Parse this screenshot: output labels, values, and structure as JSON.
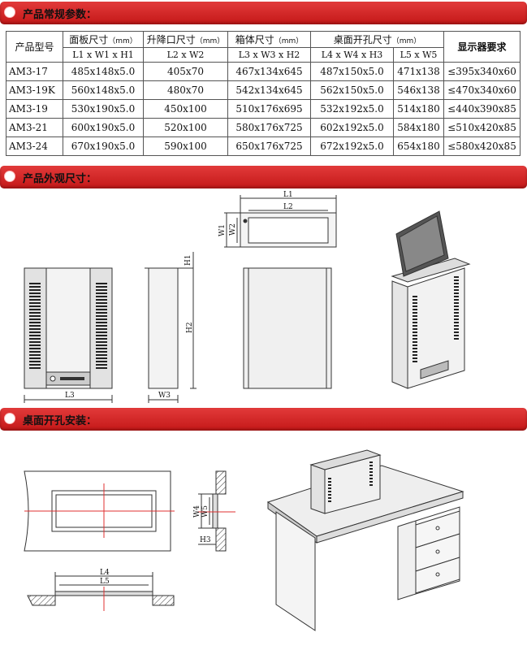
{
  "sections": {
    "params": "产品常规参数：",
    "dimensions": "产品外观尺寸：",
    "install": "桌面开孔安装："
  },
  "table": {
    "col_model": "产品型号",
    "col_panel": "面板尺寸",
    "col_lift": "升降口尺寸",
    "col_box": "箱体尺寸",
    "col_cutout": "桌面开孔尺寸",
    "col_display": "显示器要求",
    "unit": "（mm）",
    "sub_panel": "L1 x W1 x H1",
    "sub_lift": "L2 x W2",
    "sub_box": "L3 x W3 x H2",
    "sub_cut1": "L4 x W4 x H3",
    "sub_cut2": "L5 x W5",
    "rows": [
      {
        "model": "AM3-17",
        "panel": "485x148x5.0",
        "lift": "405x70",
        "box": "467x134x645",
        "cut1": "487x150x5.0",
        "cut2": "471x138",
        "display": "≤395x340x60"
      },
      {
        "model": "AM3-19K",
        "panel": "560x148x5.0",
        "lift": "480x70",
        "box": "542x134x645",
        "cut1": "562x150x5.0",
        "cut2": "546x138",
        "display": "≤470x340x60"
      },
      {
        "model": "AM3-19",
        "panel": "530x190x5.0",
        "lift": "450x100",
        "box": "510x176x695",
        "cut1": "532x192x5.0",
        "cut2": "514x180",
        "display": "≤440x390x85"
      },
      {
        "model": "AM3-21",
        "panel": "600x190x5.0",
        "lift": "520x100",
        "box": "580x176x725",
        "cut1": "602x192x5.0",
        "cut2": "584x180",
        "display": "≤510x420x85"
      },
      {
        "model": "AM3-24",
        "panel": "670x190x5.0",
        "lift": "590x100",
        "box": "650x176x725",
        "cut1": "672x192x5.0",
        "cut2": "654x180",
        "display": "≤580x420x85"
      }
    ]
  },
  "labels": {
    "L1": "L1",
    "L2": "L2",
    "W1": "W1",
    "W2": "W2",
    "H1": "H1",
    "H2": "H2",
    "L3": "L3",
    "W3": "W3",
    "L4": "L4",
    "L5": "L5",
    "W4": "W4",
    "W5": "W5",
    "H3": "H3"
  }
}
